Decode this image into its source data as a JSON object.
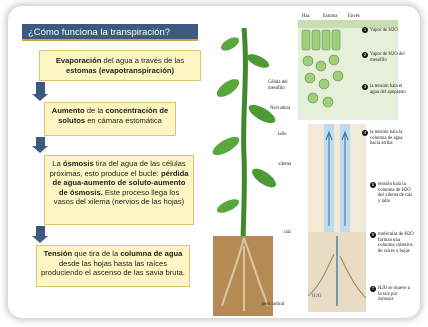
{
  "title": "¿Cómo funciona la transpiración?",
  "steps": [
    {
      "pre": "",
      "bold": "Evaporación",
      "mid": " del agua a través de las ",
      "bold2": "estomas (evapotranspiración)",
      "post": ""
    },
    {
      "pre": "",
      "bold": "Aumento",
      "mid": " de la ",
      "bold2": "concentración de solutos",
      "post": " en cámara estomática"
    },
    {
      "pre": "La ",
      "bold": "ósmosis",
      "mid": " tira del agua de las células próximas, esto produce el bucle: ",
      "bold2": "pérdida de agua-aumento de soluto-aumento de ósmosis.",
      "post": " Este proceso llega los vasos del xilema (nervios de las hojas)"
    },
    {
      "pre": "",
      "bold": "Tensión",
      "mid": " que tira de la ",
      "bold2": "columna de agua",
      "post": " desde las hojas hasta las raíces produciendo el ascenso de las savia bruta."
    }
  ],
  "diagram": {
    "top_labels": [
      "Haz",
      "Estoma",
      "Envés"
    ],
    "left_labels": [
      "Célula del mesófilo",
      "Nervadura",
      "tallo",
      "xilema",
      "raíz",
      "pelo radical"
    ],
    "callouts": [
      {
        "n": "1",
        "text": "Vapor de H2O"
      },
      {
        "n": "2",
        "text": "Vapor de H2O del mesófilo"
      },
      {
        "n": "3",
        "text": "la tensión hala el agua del apoplasto"
      },
      {
        "n": "4",
        "text": "la tensión hala la columna de agua hacia arriba"
      },
      {
        "n": "5",
        "text": "tensión hala la columna de H2O del xilema de raíz y tallo"
      },
      {
        "n": "6",
        "text": "moléculas de H2O forman una columna cohesiva de raíces a hojas"
      },
      {
        "n": "7",
        "text": "H2O se mueve a la raíz por ósmosis"
      }
    ],
    "water_label": "H2O"
  }
}
